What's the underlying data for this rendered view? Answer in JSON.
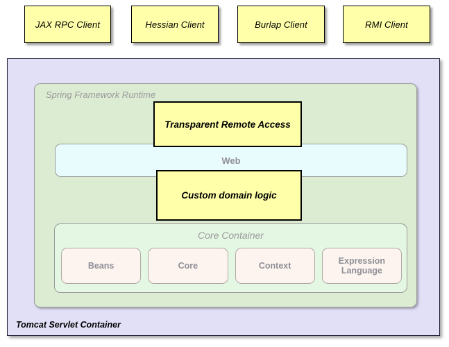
{
  "clients": [
    {
      "label": "JAX RPC Client"
    },
    {
      "label": "Hessian Client"
    },
    {
      "label": "Burlap Client"
    },
    {
      "label": "RMI Client"
    }
  ],
  "tomcat": {
    "label": "Tomcat Servlet Container",
    "color": "#e2e0f7"
  },
  "spring": {
    "label": "Spring Framework Runtime",
    "color": "#dcecd3"
  },
  "web": {
    "label": "Web",
    "color": "#e9fcfd"
  },
  "core_container": {
    "label": "Core Container",
    "color": "#e4f7e3",
    "modules": [
      {
        "label": "Beans"
      },
      {
        "label": "Core"
      },
      {
        "label": "Context"
      },
      {
        "label": "Expression Language"
      }
    ]
  },
  "overlays": [
    {
      "label": "Transparent Remote Access",
      "color": "#ffffaa"
    },
    {
      "label": "Custom domain logic",
      "color": "#ffffaa"
    }
  ]
}
